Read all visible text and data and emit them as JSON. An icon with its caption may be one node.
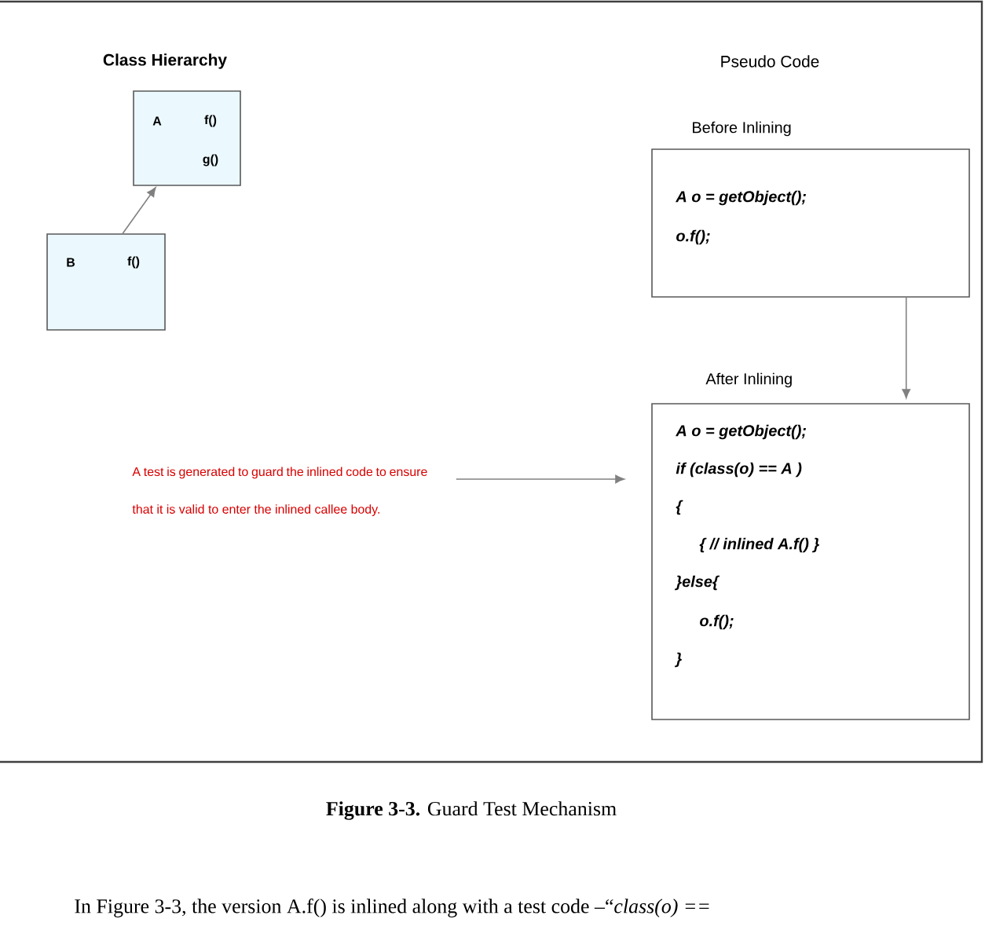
{
  "diagram": {
    "caption": "**Figure 3-3.** Guard Test Mechanism",
    "nodes": [
      {
        "text": [
          "A",
          "f()",
          "g()"
        ]
      },
      {
        "text": [
          "B",
          "f()"
        ]
      },
      {
        "text": [
          "Before Inlining",
          "A o = getObject();",
          "o.f();"
        ]
      },
      {
        "text": [
          "After Inlining",
          "A o = getObject();",
          "if (class(o) == A )",
          "{",
          "{ // inlined A.f() }",
          "}else{",
          "o.f();",
          "}"
        ]
      },
      {
        "text": [
          "A test is generated to guard the inlined code to ensure that it is valid to enter the inlined callee body."
        ]
      }
    ],
    "edges": [
      {
        "from": 1,
        "to": 0,
        "arrow": "to"
      },
      {
        "from": 2,
        "to": 3,
        "arrow": "to"
      },
      {
        "from": 4,
        "to": 3,
        "arrow": "to"
      }
    ],
    "labels": [
      "Class Hierarchy",
      "Pseudo Code",
      "In Figure 3-3, the version A.f() is inlined along with a test code –“*class(o) ==*"
    ]
  }
}
